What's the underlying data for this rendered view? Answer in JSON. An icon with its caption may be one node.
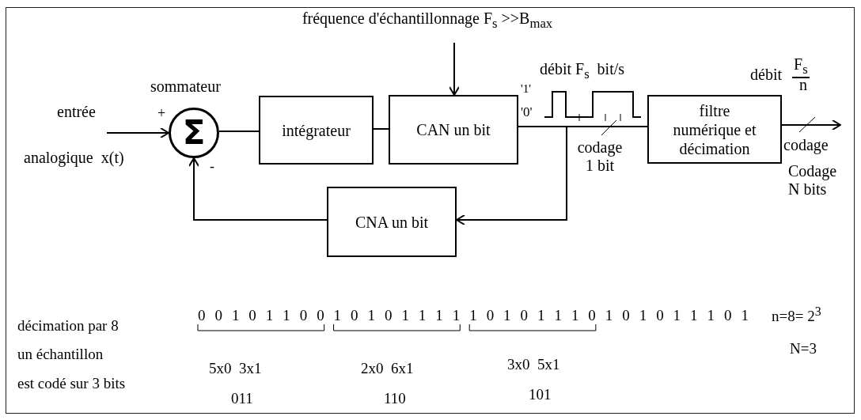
{
  "diagram": {
    "nodes": [
      {
        "text": [
          "Σ"
        ],
        "beside": [
          "sommateur",
          "+",
          "-"
        ]
      },
      {
        "text": [
          "entrée",
          "analogique  x(t)"
        ]
      },
      {
        "text": [
          "intégrateur"
        ]
      },
      {
        "text": [
          "CAN un bit"
        ]
      },
      {
        "text": [
          "filtre numérique et décimation"
        ]
      },
      {
        "text": [
          "CNA un bit"
        ]
      },
      {
        "text": [
          "fréquence d'échantillonnage F$_{s}$ >>B$_{max}$"
        ]
      }
    ],
    "edges": [
      {
        "from": 1,
        "to": 0,
        "arrow": "to"
      },
      {
        "from": 0,
        "to": 2,
        "arrow": "none"
      },
      {
        "from": 2,
        "to": 3,
        "arrow": "none"
      },
      {
        "from": 6,
        "to": 3,
        "arrow": "to"
      },
      {
        "from": 3,
        "to": 4,
        "arrow": "none"
      },
      {
        "from": 3,
        "to": 5,
        "arrow": "to"
      },
      {
        "from": 5,
        "to": 0,
        "arrow": "to"
      },
      {
        "from": 4,
        "to": null,
        "arrow": "to"
      }
    ],
    "labels": [
      "débit F$_{s}$  bit/s",
      "débit",
      "F$_{s}$",
      "'1'",
      "n",
      "'0'",
      "codage",
      "codage 1 bit",
      "Codage N bits",
      "décimation par 8",
      "0 0 1 0 1 1 0 0 1 0 1 0 1 1 1 1 1 0 1 0 1 1 1 0 1 0 1 0 1 1 1 0 1",
      "n=8= 2$^{3}$",
      "un échantillon",
      "N=3",
      "5x0  3x1",
      "2x0  6x1",
      "3x0  5x1",
      "est codé sur 3 bits",
      "011",
      "110",
      "101"
    ]
  }
}
